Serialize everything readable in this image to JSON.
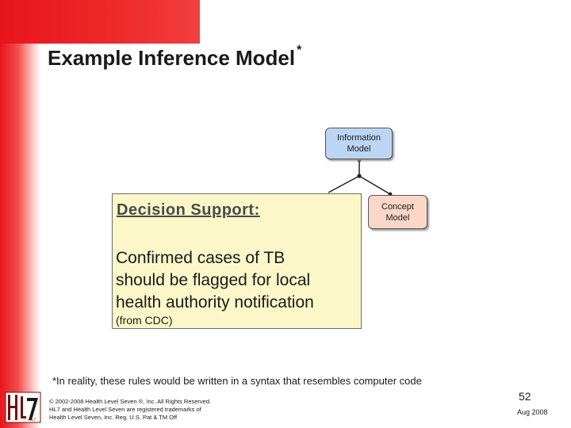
{
  "slide": {
    "title": "Example Inference Model",
    "title_superscript": "*"
  },
  "diagram": {
    "info_model": {
      "line1": "Information",
      "line2": "Model"
    },
    "concept_model": {
      "line1": "Concept",
      "line2": "Model"
    },
    "colors": {
      "info_fill": "#bcd5f2",
      "concept_fill": "#fbd7c8",
      "decision_fill": "#fbf7c9"
    }
  },
  "decision_support": {
    "heading": "Decision Support:",
    "line1": "Confirmed cases of TB",
    "line2": "should be flagged for local",
    "line3": "health authority notification",
    "source": "(from CDC)"
  },
  "footnote": "*In reality, these rules would be written in a syntax that resembles computer code",
  "footer": {
    "logo_text": "HL7",
    "copyright_line1": "© 2002-2008 Health Level Seven ®, Inc. All Rights Reserved.",
    "copyright_line2": "HL7 and Health Level Seven are registered trademarks of",
    "copyright_line3": "Health Level Seven, Inc. Reg. U.S. Pat & TM Off",
    "page_number": "52",
    "date": "Aug 2008"
  },
  "theme": {
    "accent_red": "#e8141c"
  }
}
